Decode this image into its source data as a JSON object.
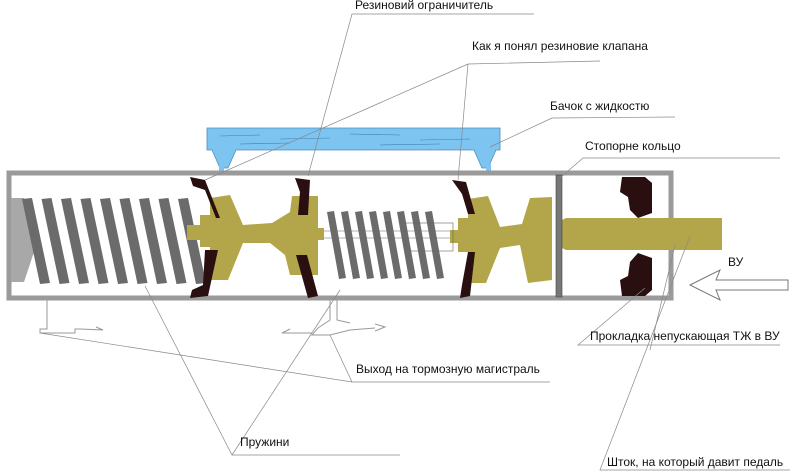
{
  "labels": {
    "rubber_limiter": "Резиновий ограничитель",
    "rubber_valves": "Как я понял резиновие клапана",
    "reservoir": "Бачок с жидкостю",
    "retaining_ring": "Стопорне кольцо",
    "vu": "ВУ",
    "gasket": "Прокладка непускающая ТЖ в ВУ",
    "brake_outlet": "Выход на тормозную магистраль",
    "springs": "Пружини",
    "rod": "Шток, на который давит педаль"
  },
  "colors": {
    "fluid": "#7ec4f0",
    "piston": "#b3a64a",
    "seal": "#2a0f10",
    "spring": "#6b6b6b",
    "cylinder": "#9a9a9a"
  }
}
